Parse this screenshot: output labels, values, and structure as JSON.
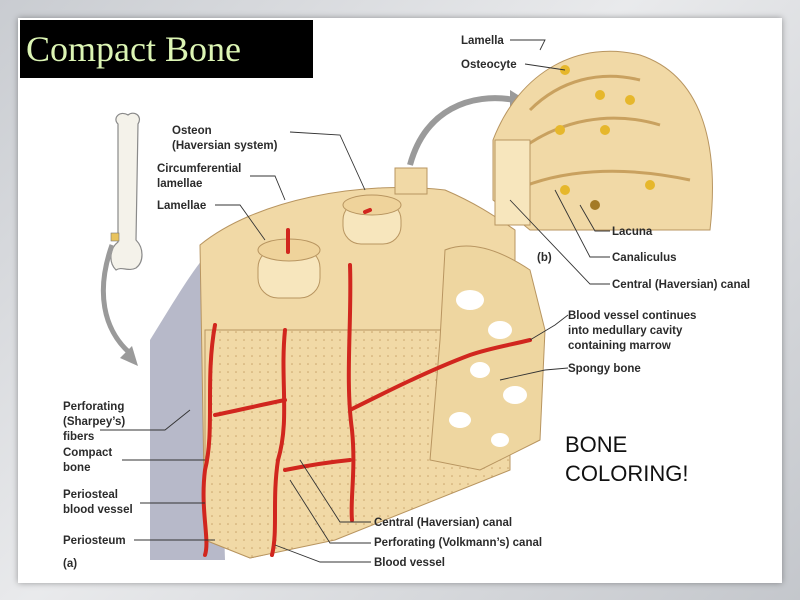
{
  "slide": {
    "title": "Compact Bone",
    "note_line1": "BONE",
    "note_line2": "COLORING!"
  },
  "labels": {
    "lamella": "Lamella",
    "osteocyte": "Osteocyte",
    "osteon_1": "Osteon",
    "osteon_2": "(Haversian system)",
    "circum_1": "Circumferential",
    "circum_2": "lamellae",
    "lamellae": "Lamellae",
    "lacuna": "Lacuna",
    "canaliculus": "Canaliculus",
    "panel_b": "(b)",
    "central_canal_b": "Central (Haversian) canal",
    "bv_cont_1": "Blood vessel continues",
    "bv_cont_2": "into medullary cavity",
    "bv_cont_3": "containing marrow",
    "spongy": "Spongy bone",
    "perf_1": "Perforating",
    "perf_2": "(Sharpey’s)",
    "perf_3": "fibers",
    "compact_1": "Compact",
    "compact_2": "bone",
    "periosteal_1": "Periosteal",
    "periosteal_2": "blood vessel",
    "periosteum": "Periosteum",
    "panel_a": "(a)",
    "central_canal_a": "Central (Haversian) canal",
    "perforating_canal": "Perforating (Volkmann’s) canal",
    "blood_vessel": "Blood vessel"
  },
  "colors": {
    "bone": "#f1d9a6",
    "bone_dark": "#dcb77a",
    "vessel": "#d1261e",
    "periosteum": "#b7b9c9"
  }
}
